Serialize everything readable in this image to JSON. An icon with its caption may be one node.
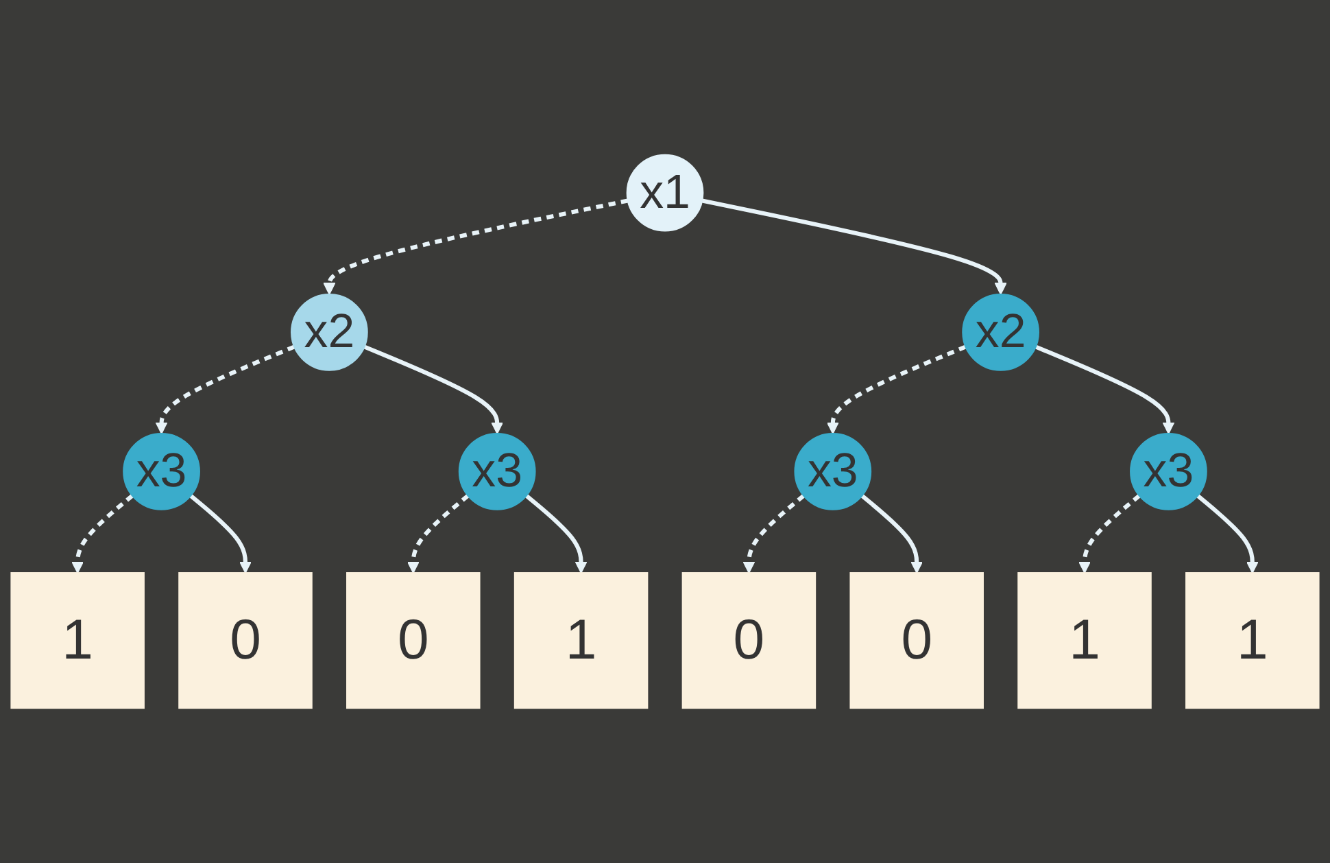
{
  "diagram": {
    "nodes": [
      {
        "text": [
          "x1"
        ]
      },
      {
        "text": [
          "x2"
        ]
      },
      {
        "text": [
          "x2"
        ]
      },
      {
        "text": [
          "x3"
        ]
      },
      {
        "text": [
          "x3"
        ]
      },
      {
        "text": [
          "x3"
        ]
      },
      {
        "text": [
          "x3"
        ]
      },
      {
        "text": [
          "1"
        ]
      },
      {
        "text": [
          "0"
        ]
      },
      {
        "text": [
          "0"
        ]
      },
      {
        "text": [
          "1"
        ]
      },
      {
        "text": [
          "0"
        ]
      },
      {
        "text": [
          "0"
        ]
      },
      {
        "text": [
          "1"
        ]
      },
      {
        "text": [
          "1"
        ]
      }
    ],
    "edges": [
      {
        "from": 0,
        "to": 1,
        "arrow": "to",
        "style": "dashed"
      },
      {
        "from": 0,
        "to": 2,
        "arrow": "to"
      },
      {
        "from": 1,
        "to": 3,
        "arrow": "to",
        "style": "dashed"
      },
      {
        "from": 1,
        "to": 4,
        "arrow": "to"
      },
      {
        "from": 2,
        "to": 5,
        "arrow": "to",
        "style": "dashed"
      },
      {
        "from": 2,
        "to": 6,
        "arrow": "to"
      },
      {
        "from": 3,
        "to": 7,
        "arrow": "to",
        "style": "dashed"
      },
      {
        "from": 3,
        "to": 8,
        "arrow": "to"
      },
      {
        "from": 4,
        "to": 9,
        "arrow": "to",
        "style": "dashed"
      },
      {
        "from": 4,
        "to": 10,
        "arrow": "to"
      },
      {
        "from": 5,
        "to": 11,
        "arrow": "to",
        "style": "dashed"
      },
      {
        "from": 5,
        "to": 12,
        "arrow": "to"
      },
      {
        "from": 6,
        "to": 13,
        "arrow": "to",
        "style": "dashed"
      },
      {
        "from": 6,
        "to": 14,
        "arrow": "to"
      }
    ]
  }
}
